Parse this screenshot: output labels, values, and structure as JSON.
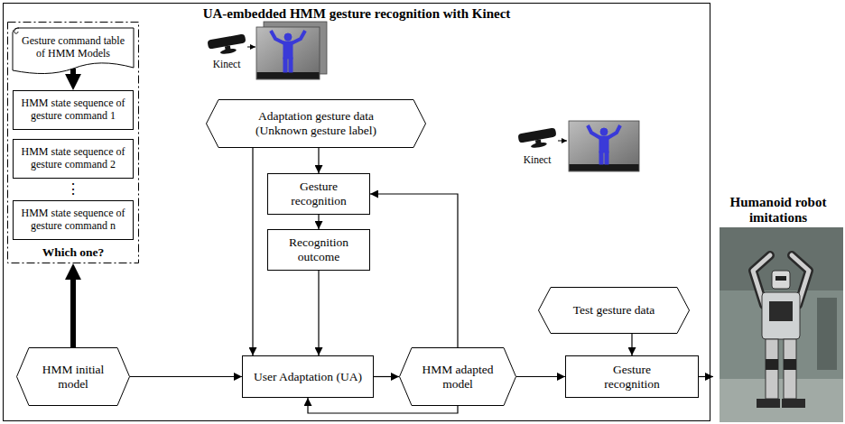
{
  "diagram": {
    "nodes": [
      {
        "text": [
          "UA-embedded HMM gesture recognition with Kinect"
        ]
      },
      {
        "text": [
          "Which one?"
        ],
        "in": 0
      },
      {
        "text": [
          "Gesture command table of HMM Models"
        ],
        "in": 1
      },
      {
        "text": [
          "HMM state sequence of gesture command 1"
        ],
        "in": 1
      },
      {
        "text": [
          "HMM state sequence of gesture command 2"
        ],
        "in": 1
      },
      {
        "text": [
          "HMM state sequence of gesture command n"
        ],
        "in": 1
      },
      {
        "text": [
          "HMM initial model"
        ],
        "in": 0
      },
      {
        "text": [
          "Adaptation gesture data (Unknown gesture label)"
        ],
        "in": 0
      },
      {
        "text": [
          "Gesture recognition"
        ],
        "in": 0
      },
      {
        "text": [
          "Recognition outcome"
        ],
        "in": 0
      },
      {
        "text": [
          "User Adaptation (UA)"
        ],
        "in": 0
      },
      {
        "text": [
          "HMM adapted model"
        ],
        "in": 0
      },
      {
        "text": [
          "Test gesture data"
        ],
        "in": 0
      },
      {
        "text": [
          "Gesture recognition"
        ],
        "in": 0
      },
      {
        "text": [
          "Humanoid robot imitations"
        ]
      }
    ],
    "edges": [
      {
        "from": 2,
        "to": 3,
        "arrow": "to"
      },
      {
        "from": 6,
        "to": 1,
        "arrow": "to"
      },
      {
        "from": 6,
        "to": 10,
        "arrow": "to"
      },
      {
        "from": 7,
        "to": 8,
        "arrow": "to"
      },
      {
        "from": 7,
        "to": 10,
        "arrow": "to"
      },
      {
        "from": 8,
        "to": 9,
        "arrow": "to"
      },
      {
        "from": 9,
        "to": 10,
        "arrow": "to"
      },
      {
        "from": 10,
        "to": 11,
        "arrow": "to"
      },
      {
        "from": 11,
        "to": 8,
        "arrow": "to"
      },
      {
        "from": 11,
        "to": 10,
        "arrow": "to"
      },
      {
        "from": 11,
        "to": 13,
        "arrow": "to"
      },
      {
        "from": 12,
        "to": 13,
        "arrow": "to"
      },
      {
        "from": 13,
        "to": 14,
        "arrow": "to"
      }
    ],
    "labels": [
      "Kinect",
      "⋮",
      "Kinect"
    ]
  }
}
